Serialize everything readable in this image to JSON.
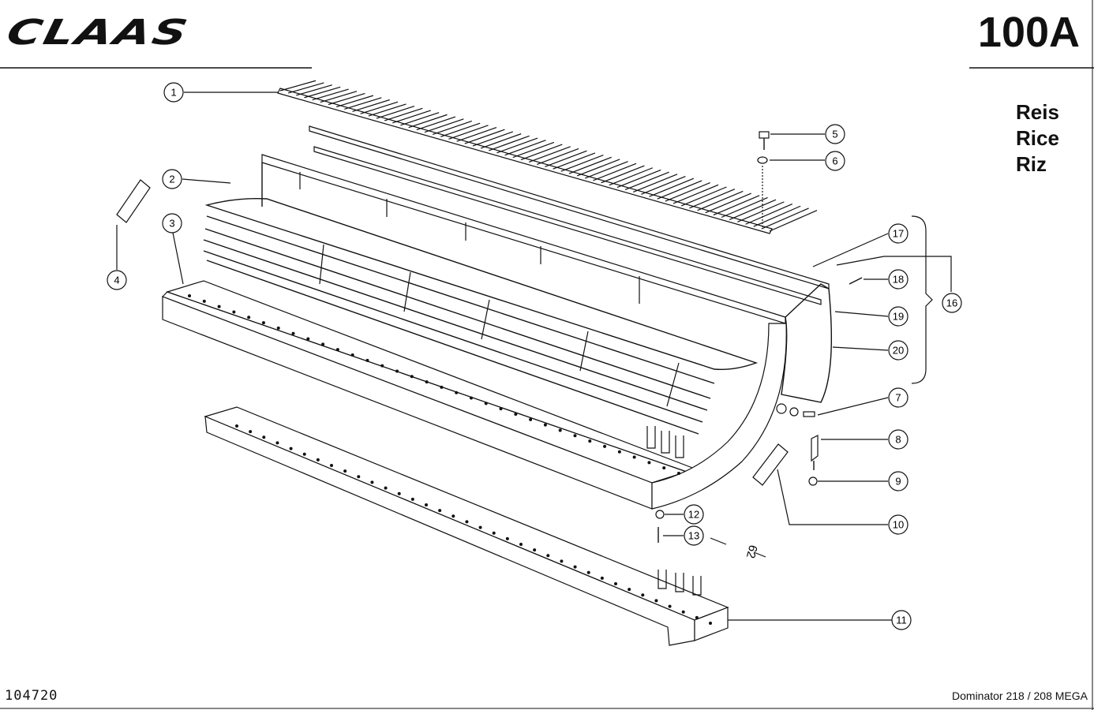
{
  "header": {
    "brand": "CLAAS",
    "page_code": "100A"
  },
  "languages": [
    "Reis",
    "Rice",
    "Riz"
  ],
  "callouts": [
    "1",
    "2",
    "3",
    "4",
    "5",
    "6",
    "7",
    "8",
    "9",
    "10",
    "11",
    "12",
    "13",
    "16",
    "17",
    "18",
    "19",
    "20"
  ],
  "dimension_label": "62",
  "footer": {
    "drawing_number": "104720",
    "model": "Dominator 218 / 208 MEGA"
  }
}
